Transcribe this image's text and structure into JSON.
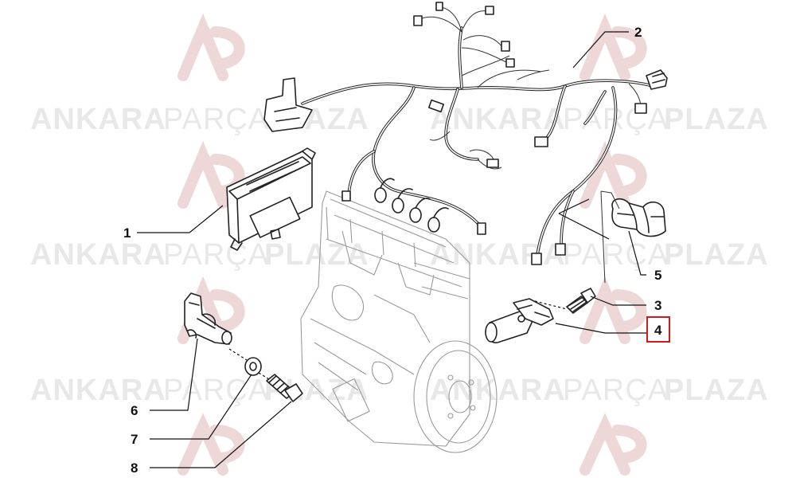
{
  "watermark": {
    "word_1": "ANKARA",
    "word_2": "PARÇA",
    "word_3": "PLAZA",
    "logo_color": "#e9c9c9",
    "text_color": "#e8e8e8"
  },
  "callouts": [
    {
      "id": "1",
      "label": "1",
      "part": "engine-control-unit"
    },
    {
      "id": "2",
      "label": "2",
      "part": "wiring-harness"
    },
    {
      "id": "3",
      "label": "3",
      "part": "bolt"
    },
    {
      "id": "4",
      "label": "4",
      "part": "crankshaft-position-sensor",
      "highlighted": true
    },
    {
      "id": "5",
      "label": "5",
      "part": "harness-clips"
    },
    {
      "id": "6",
      "label": "6",
      "part": "camshaft-position-sensor"
    },
    {
      "id": "7",
      "label": "7",
      "part": "washer"
    },
    {
      "id": "8",
      "label": "8",
      "part": "bolt"
    }
  ],
  "highlight_color": "#d11a1a"
}
